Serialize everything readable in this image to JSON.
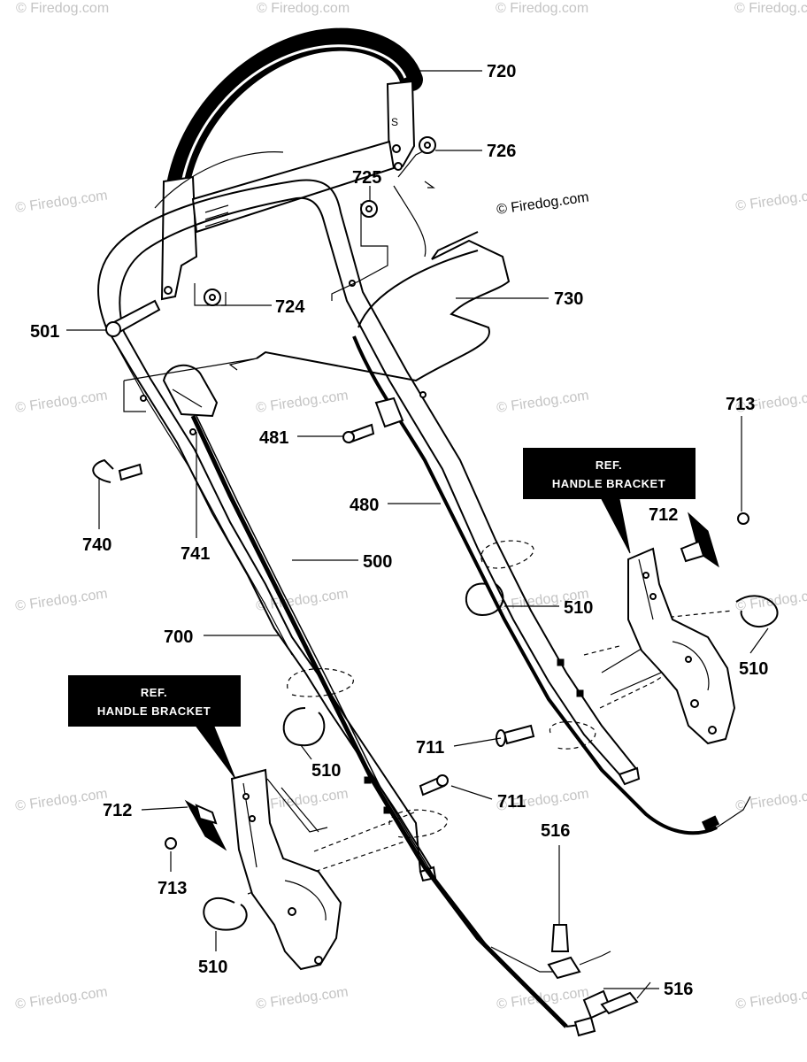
{
  "watermark": {
    "text": "© Firedog.com",
    "central_text": "© Firedog.com"
  },
  "ref_boxes": [
    {
      "line1": "REF.",
      "line2": "HANDLE BRACKET"
    },
    {
      "line1": "REF.",
      "line2": "HANDLE BRACKET"
    }
  ],
  "labels": {
    "p720": "720",
    "p726": "726",
    "p725": "725",
    "p730": "730",
    "p724": "724",
    "p501": "501",
    "p481": "481",
    "p480": "480",
    "p740": "740",
    "p741": "741",
    "p500": "500",
    "p713_top": "713",
    "p712_top": "712",
    "p510_right_a": "510",
    "p510_right_b": "510",
    "p700": "700",
    "p510_mid": "510",
    "p711_a": "711",
    "p711_b": "711",
    "p712_bottom": "712",
    "p713_bottom": "713",
    "p510_bottom": "510",
    "p516_a": "516",
    "p516_b": "516"
  },
  "colors": {
    "line": "#000000",
    "background": "#ffffff",
    "watermark": "#c4c4c4"
  }
}
